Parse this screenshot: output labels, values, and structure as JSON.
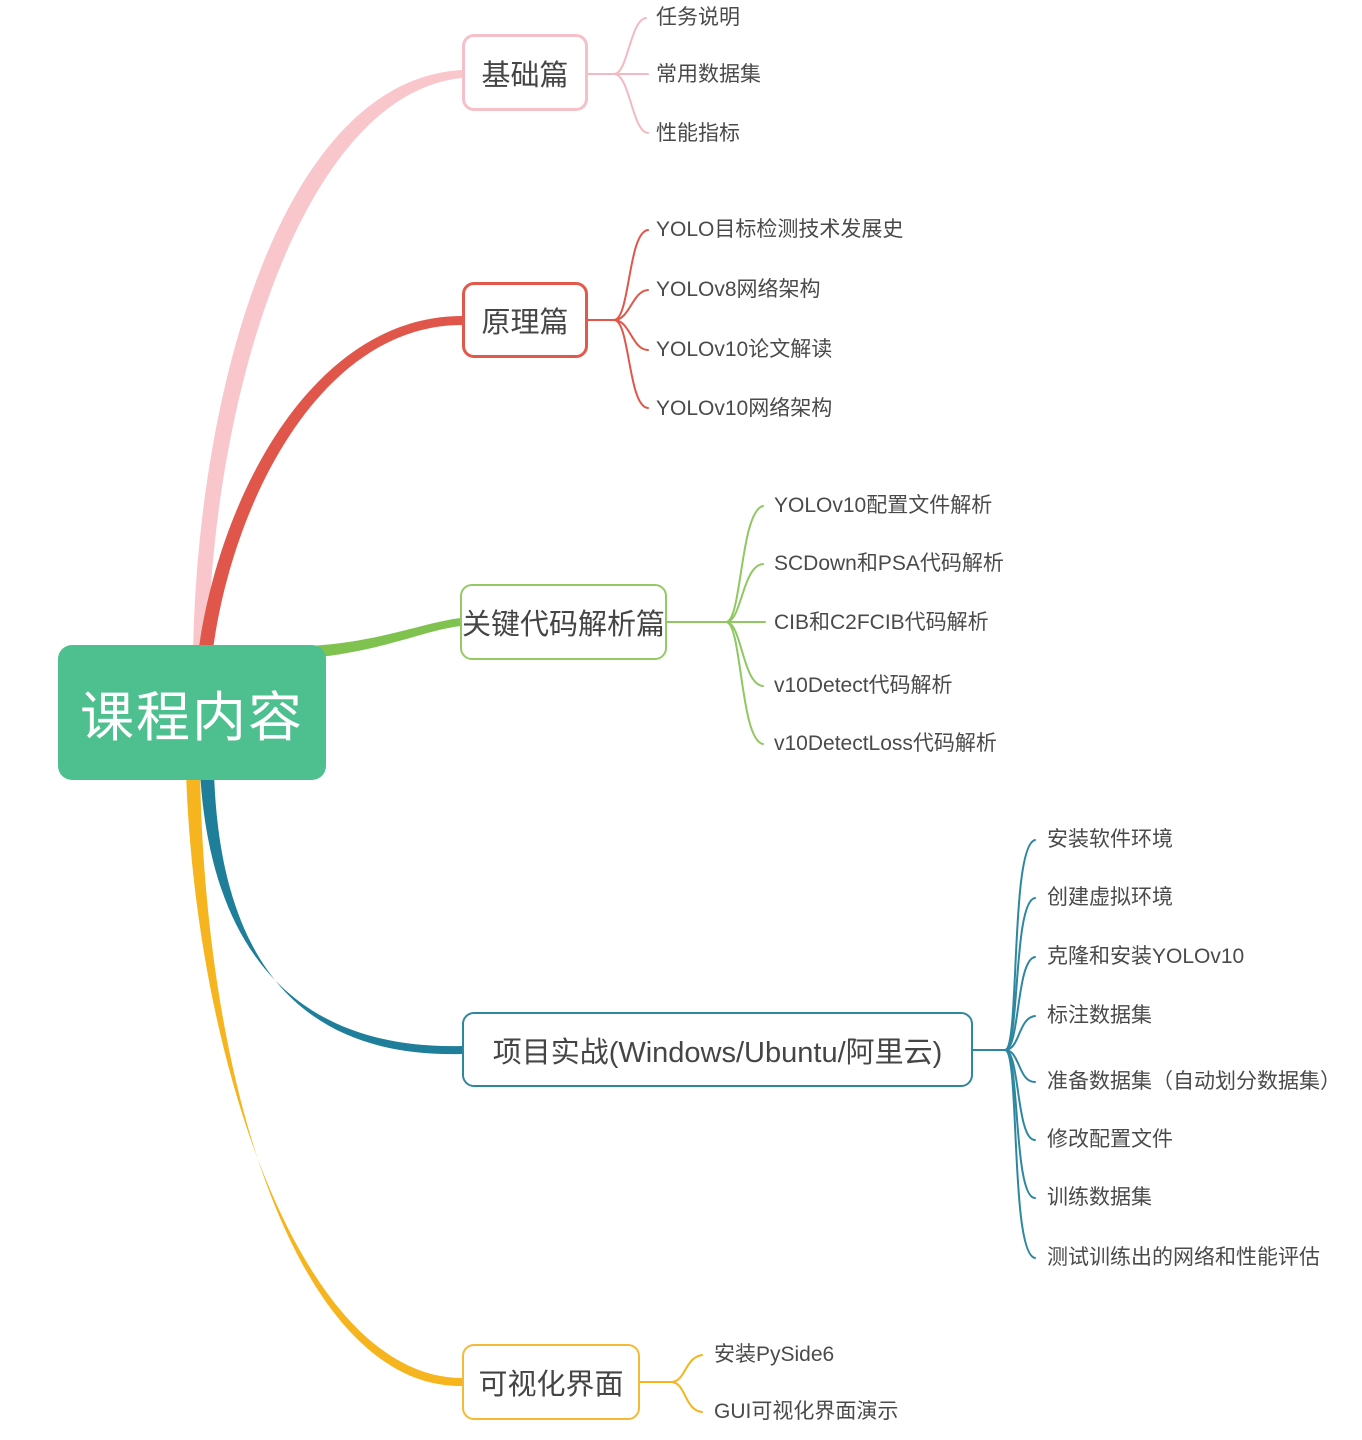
{
  "root": {
    "label": "课程内容",
    "color": "#4EBF8E",
    "text_color": "#FFFFFF"
  },
  "branches": [
    {
      "label": "基础篇",
      "color": "#F8C6CB",
      "connector_color": "#F3B9C0",
      "children": [
        "任务说明",
        "常用数据集",
        "性能指标"
      ]
    },
    {
      "label": "原理篇",
      "color": "#E0564A",
      "connector_color": "#E0564A",
      "children": [
        "YOLO目标检测技术发展史",
        "YOLOv8网络架构",
        "YOLOv10论文解读",
        "YOLOv10网络架构"
      ]
    },
    {
      "label": "关键代码解析篇",
      "color": "#7FC24F",
      "connector_color": "#8FC763",
      "children": [
        "YOLOv10配置文件解析",
        "SCDown和PSA代码解析",
        "CIB和C2FCIB代码解析",
        "v10Detect代码解析",
        "v10DetectLoss代码解析"
      ]
    },
    {
      "label": "项目实战(Windows/Ubuntu/阿里云)",
      "color": "#1F7E99",
      "connector_color": "#2E87A1",
      "children": [
        "安装软件环境",
        "创建虚拟环境",
        "克隆和安装YOLOv10",
        "标注数据集",
        "准备数据集（自动划分数据集）",
        "修改配置文件",
        "训练数据集",
        "测试训练出的网络和性能评估"
      ]
    },
    {
      "label": "可视化界面",
      "color": "#F6B41E",
      "connector_color": "#F6B41E",
      "children": [
        "安装PySide6",
        "GUI可视化界面演示"
      ]
    }
  ]
}
